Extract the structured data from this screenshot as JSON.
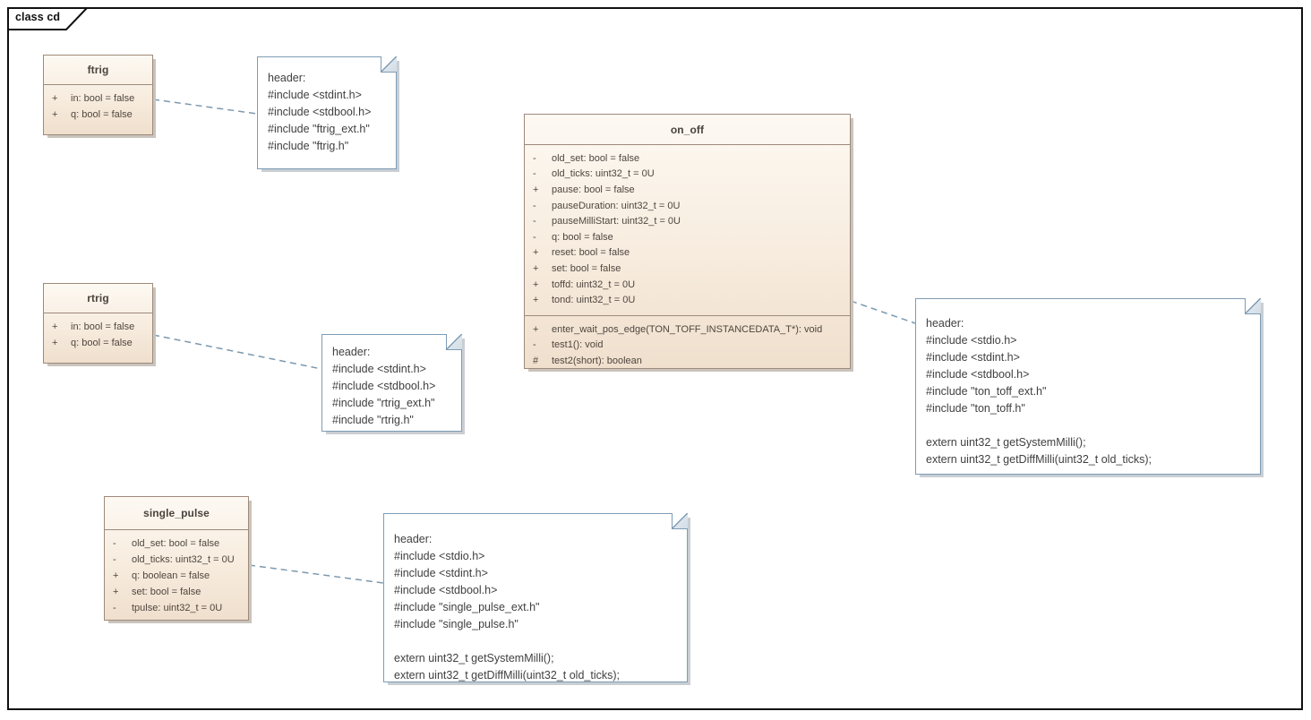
{
  "frame": {
    "label": "class cd"
  },
  "classes": [
    {
      "name": "ftrig",
      "title": "ftrig",
      "attributes": [
        {
          "vis": "+",
          "text": "in: bool = false"
        },
        {
          "vis": "+",
          "text": "q: bool = false"
        }
      ],
      "operations": []
    },
    {
      "name": "rtrig",
      "title": "rtrig",
      "attributes": [
        {
          "vis": "+",
          "text": "in: bool = false"
        },
        {
          "vis": "+",
          "text": "q: bool = false"
        }
      ],
      "operations": []
    },
    {
      "name": "on_off",
      "title": "on_off",
      "attributes": [
        {
          "vis": "-",
          "text": "old_set: bool = false"
        },
        {
          "vis": "-",
          "text": "old_ticks: uint32_t = 0U"
        },
        {
          "vis": "+",
          "text": "pause: bool = false"
        },
        {
          "vis": "-",
          "text": "pauseDuration: uint32_t = 0U"
        },
        {
          "vis": "-",
          "text": "pauseMilliStart: uint32_t = 0U"
        },
        {
          "vis": "-",
          "text": "q: bool = false"
        },
        {
          "vis": "+",
          "text": "reset: bool = false"
        },
        {
          "vis": "+",
          "text": "set: bool = false"
        },
        {
          "vis": "+",
          "text": "toffd: uint32_t = 0U"
        },
        {
          "vis": "+",
          "text": "tond: uint32_t = 0U"
        }
      ],
      "operations": [
        {
          "vis": "+",
          "text": "enter_wait_pos_edge(TON_TOFF_INSTANCEDATA_T*): void"
        },
        {
          "vis": "-",
          "text": "test1(): void"
        },
        {
          "vis": "#",
          "text": "test2(short): boolean"
        }
      ]
    },
    {
      "name": "single_pulse",
      "title": "single_pulse",
      "attributes": [
        {
          "vis": "-",
          "text": "old_set: bool = false"
        },
        {
          "vis": "-",
          "text": "old_ticks: uint32_t = 0U"
        },
        {
          "vis": "+",
          "text": "q: boolean = false"
        },
        {
          "vis": "+",
          "text": "set: bool = false"
        },
        {
          "vis": "-",
          "text": "tpulse: uint32_t = 0U"
        }
      ],
      "operations": []
    }
  ],
  "notes": [
    {
      "name": "ftrig-header",
      "lines": [
        "header:",
        "#include <stdint.h>",
        "#include <stdbool.h>",
        "#include \"ftrig_ext.h\"",
        "#include \"ftrig.h\""
      ]
    },
    {
      "name": "rtrig-header",
      "lines": [
        "header:",
        "#include <stdint.h>",
        "#include <stdbool.h>",
        "#include \"rtrig_ext.h\"",
        "#include \"rtrig.h\""
      ]
    },
    {
      "name": "on_off-header",
      "lines": [
        "header:",
        "#include <stdio.h>",
        "#include <stdint.h>",
        "#include <stdbool.h>",
        "#include \"ton_toff_ext.h\"",
        "#include \"ton_toff.h\"",
        "",
        "extern uint32_t getSystemMilli();",
        "extern uint32_t getDiffMilli(uint32_t old_ticks);"
      ]
    },
    {
      "name": "single_pulse-header",
      "lines": [
        "header:",
        "#include <stdio.h>",
        "#include <stdint.h>",
        "#include <stdbool.h>",
        "#include \"single_pulse_ext.h\"",
        "#include \"single_pulse.h\"",
        "",
        "extern uint32_t getSystemMilli();",
        "extern uint32_t getDiffMilli(uint32_t old_ticks);"
      ]
    }
  ],
  "connectors": [
    {
      "from": "ftrig",
      "to": "ftrig-header-note",
      "style": "dashed"
    },
    {
      "from": "rtrig",
      "to": "rtrig-header-note",
      "style": "dashed"
    },
    {
      "from": "on_off",
      "to": "on_off-header-note",
      "style": "dashed"
    },
    {
      "from": "single_pulse",
      "to": "single_pulse-header-note",
      "style": "dashed"
    }
  ],
  "colors": {
    "class_border": "#9d8a7a",
    "class_fill_top": "#fdf9f3",
    "class_fill_bottom": "#f0dfcd",
    "class_text": "#4f463f",
    "note_border": "#7d9cb5",
    "note_fill": "#ffffff",
    "note_fold": "#d3dde6",
    "note_text": "#404040",
    "connector": "#7b99ae",
    "frame_border": "#101010",
    "shadow": "#c9c4bd"
  }
}
